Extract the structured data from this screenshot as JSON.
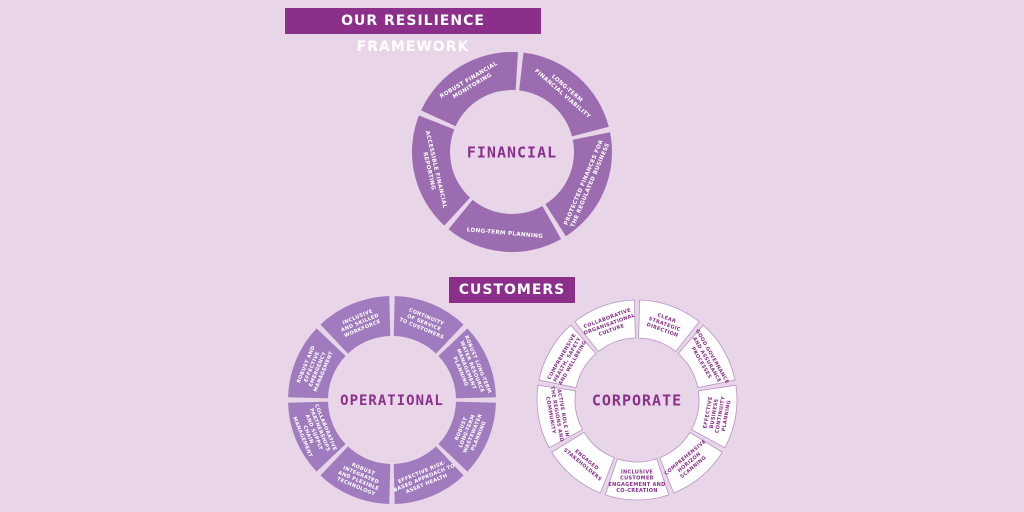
{
  "header": {
    "title": "OUR RESILIENCE FRAMEWORK"
  },
  "customers_label": "CUSTOMERS",
  "colors": {
    "background": "#e8d6e8",
    "banner": "#8b2f8b",
    "financial_segment": "#9b6cb0",
    "operational_segment": "#a07cbf",
    "corporate_segment": "#ffffff",
    "dark_text": "#8b2f8b"
  },
  "wheels": {
    "financial": {
      "center": "FINANCIAL",
      "segments": [
        [
          "LONG-TERM",
          "FINANCIAL VIABILITY"
        ],
        [
          "PROTECTED FINANCES FOR",
          "THE REGULATED BUSINESS"
        ],
        [
          "LONG-TERM PLANNING"
        ],
        [
          "ACCESSIBLE FINANCIAL",
          "REPORTING"
        ],
        [
          "ROBUST FINANCIAL",
          "MONITORING"
        ]
      ]
    },
    "operational": {
      "center": "OPERATIONAL",
      "segments": [
        [
          "CONTINUITY",
          "OF SERVICE",
          "TO CUSTOMERS"
        ],
        [
          "ROBUST LONG-TERM",
          "WATER RESOURCE",
          "MANAGEMENT",
          "PLANNING"
        ],
        [
          "ROBUST",
          "LONG-TERM",
          "WASTEWATER",
          "PLANNING"
        ],
        [
          "EFFECTIVE RISK-",
          "BASED APPROACH TO",
          "ASSET HEALTH"
        ],
        [
          "ROBUST",
          "INTEGRATED",
          "AND FLEXIBLE",
          "TECHNOLOGY"
        ],
        [
          "COLLABORATIVE",
          "PARTNERSHIPS",
          "AND SUPPLY",
          "CHAIN",
          "MANAGEMENT"
        ],
        [
          "ROBUST AND",
          "EFFECTIVE",
          "EMERGENCY",
          "MANAGEMENT"
        ],
        [
          "INCLUSIVE",
          "AND SKILLED",
          "WORKFORCE"
        ]
      ]
    },
    "corporate": {
      "center": "CORPORATE",
      "segments": [
        [
          "CLEAR",
          "STRATEGIC",
          "DIRECTION"
        ],
        [
          "GOOD GOVERNANCE",
          "AND ASSURANCE",
          "PROCESSES"
        ],
        [
          "EFFECTIVE",
          "BUSINESS",
          "CONTINUITY",
          "PLANNING"
        ],
        [
          "COMPREHENSIVE",
          "HORIZON",
          "SCANNING"
        ],
        [
          "INCLUSIVE",
          "CUSTOMER",
          "ENGAGEMENT AND",
          "CO-CREATION"
        ],
        [
          "ENGAGED",
          "STAKEHOLDERS"
        ],
        [
          "ACTIVE ROLE IN",
          "THE REGIONS AND",
          "COMMUNITY"
        ],
        [
          "COMPREHENSIVE",
          "HEALTH, SAFETY",
          "AND WELLBEING"
        ],
        [
          "COLLABORATIVE",
          "ORGANISATIONAL",
          "CULTURE"
        ]
      ]
    }
  }
}
